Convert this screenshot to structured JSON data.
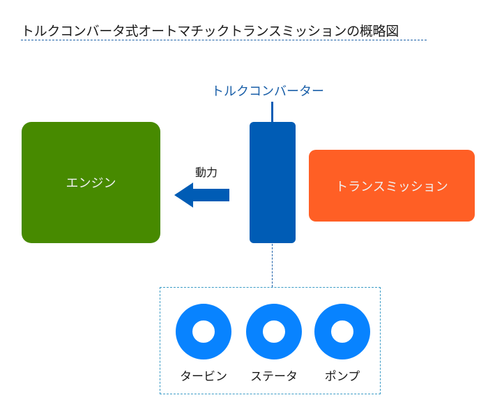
{
  "title": "トルクコンバータ式オートマチックトランスミッションの概略図",
  "colors": {
    "engine": "#478a00",
    "transmission": "#ff5f25",
    "torque_converter": "#005cb5",
    "component_ring": "#0883ff",
    "accent_blue": "#1a5fa8"
  },
  "diagram": {
    "engine": {
      "label": "エンジン"
    },
    "transmission": {
      "label": "トランスミッション"
    },
    "torque_converter": {
      "label": "トルクコンバーター"
    },
    "power_flow": {
      "label": "動力",
      "direction": "left"
    },
    "components": [
      {
        "label": "タービン",
        "icon": "ring-icon"
      },
      {
        "label": "ステータ",
        "icon": "ring-icon"
      },
      {
        "label": "ポンプ",
        "icon": "ring-icon"
      }
    ]
  }
}
